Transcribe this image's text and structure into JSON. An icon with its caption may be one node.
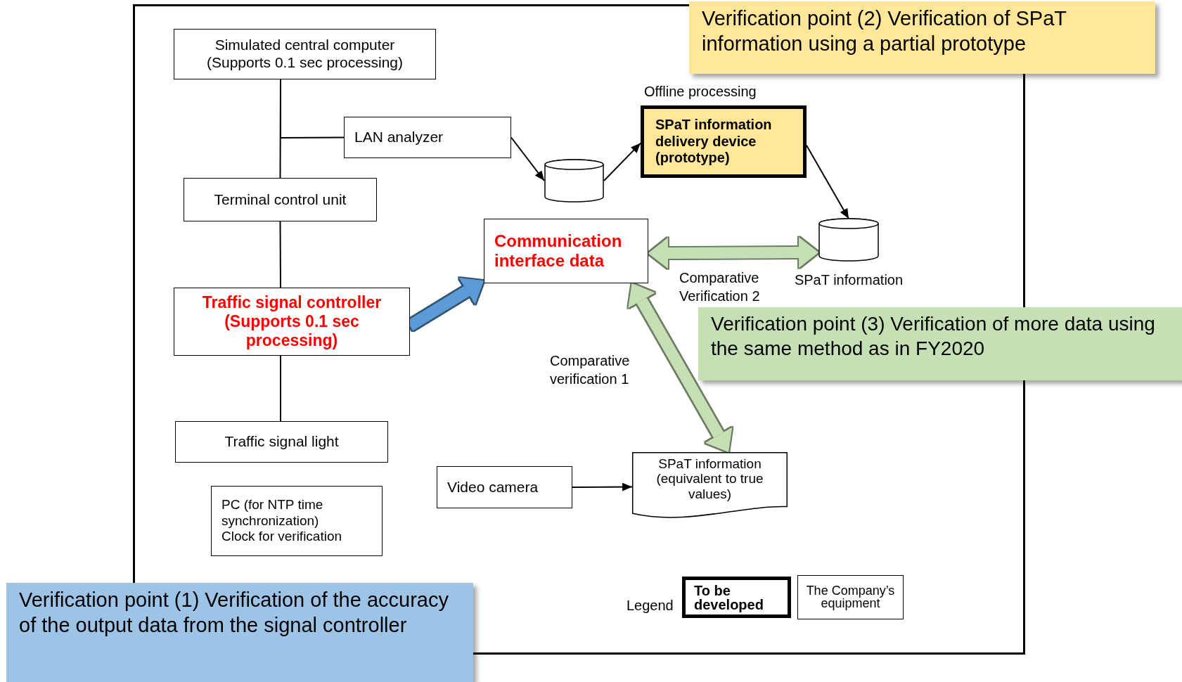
{
  "diagram": {
    "nodes": [
      {
        "text": [
          "Simulated central computer (Supports 0.1 sec processing)"
        ]
      },
      {
        "text": [
          "LAN analyzer"
        ]
      },
      {
        "text": [
          "Terminal control unit"
        ]
      },
      {
        "text": [
          "Traffic signal controller (Supports 0.1 sec processing)"
        ]
      },
      {
        "text": [
          "Traffic signal light"
        ]
      },
      {
        "text": [
          "PC (for NTP time synchronization)",
          "Clock for verification"
        ]
      },
      {
        "text": [],
        "shape": "cylinder"
      },
      {
        "text": [
          "SPaT information delivery device (prototype)"
        ],
        "beside": [
          "Offline processing"
        ]
      },
      {
        "text": [],
        "shape": "cylinder",
        "beside": [
          "SPaT information"
        ]
      },
      {
        "text": [
          "Communication interface data"
        ]
      },
      {
        "text": [
          "Video camera"
        ]
      },
      {
        "text": [
          "SPaT information (equivalent to true values)"
        ]
      },
      {
        "text": [
          "Verification point (2) Verification of SPaT information using a partial prototype"
        ]
      },
      {
        "text": [
          "Verification point (3) Verification of more data using the same method as in FY2020"
        ]
      },
      {
        "text": [
          "Verification point (1) Verification of the accuracy of the output data from the signal controller"
        ]
      }
    ],
    "edges": [
      {
        "from": 0,
        "to": 2,
        "arrow": "none"
      },
      {
        "from": 0,
        "to": 1,
        "arrow": "none"
      },
      {
        "from": 2,
        "to": 3,
        "arrow": "none"
      },
      {
        "from": 3,
        "to": 4,
        "arrow": "none"
      },
      {
        "from": 1,
        "to": 6,
        "arrow": "to"
      },
      {
        "from": 6,
        "to": 7,
        "arrow": "to"
      },
      {
        "from": 7,
        "to": 8,
        "arrow": "to"
      },
      {
        "from": 3,
        "to": 9,
        "arrow": "to",
        "style": "thick",
        "color": "#5b9bd5"
      },
      {
        "from": 9,
        "to": 8,
        "arrow": "both",
        "style": "thick",
        "color": "#c5e0b4",
        "label": "Comparative Verification 2"
      },
      {
        "from": 9,
        "to": 11,
        "arrow": "both",
        "style": "thick",
        "color": "#c5e0b4",
        "label": "Comparative verification 1"
      },
      {
        "from": 10,
        "to": 11,
        "arrow": "to"
      }
    ],
    "labels": [
      "Legend"
    ],
    "legend": [
      {
        "text": "To be developed"
      },
      {
        "text": "The Company’s equipment"
      }
    ]
  }
}
